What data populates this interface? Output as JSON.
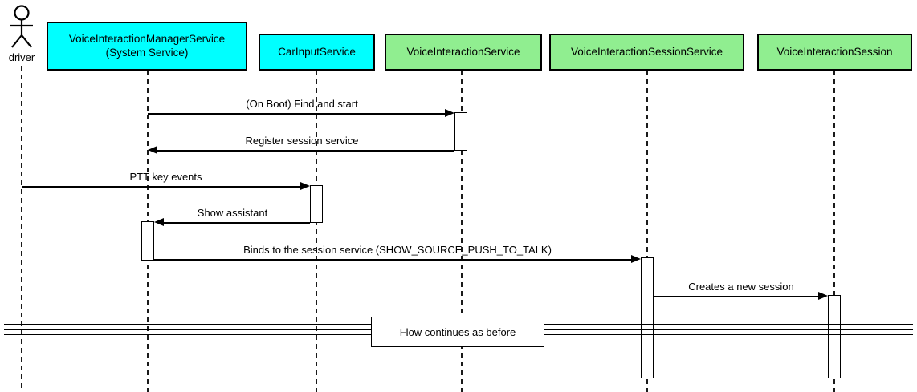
{
  "actor": {
    "label": "driver"
  },
  "participants": [
    {
      "label": "VoiceInteractionManagerService\n(System Service)",
      "color": "#00FFFF"
    },
    {
      "label": "CarInputService",
      "color": "#00FFFF"
    },
    {
      "label": "VoiceInteractionService",
      "color": "#90EE90"
    },
    {
      "label": "VoiceInteractionSessionService",
      "color": "#90EE90"
    },
    {
      "label": "VoiceInteractionSession",
      "color": "#90EE90"
    }
  ],
  "messages": [
    {
      "label": "(On Boot) Find and start",
      "from": "VoiceInteractionManagerService (System Service)",
      "to": "VoiceInteractionService",
      "direction": "right"
    },
    {
      "label": "Register session service",
      "from": "VoiceInteractionService",
      "to": "VoiceInteractionManagerService (System Service)",
      "direction": "left"
    },
    {
      "label": "PTT key events",
      "from": "driver",
      "to": "CarInputService",
      "direction": "right"
    },
    {
      "label": "Show assistant",
      "from": "CarInputService",
      "to": "VoiceInteractionManagerService (System Service)",
      "direction": "left"
    },
    {
      "label": "Binds to the session service (SHOW_SOURCE_PUSH_TO_TALK)",
      "from": "VoiceInteractionManagerService (System Service)",
      "to": "VoiceInteractionSessionService",
      "direction": "right"
    },
    {
      "label": "Creates a new session",
      "from": "VoiceInteractionSessionService",
      "to": "VoiceInteractionSession",
      "direction": "right"
    }
  ],
  "divider": {
    "label": "Flow continues as before"
  },
  "colors": {
    "participant_cyan": "#00FFFF",
    "participant_green": "#90EE90",
    "line": "#000000",
    "background": "#FFFFFF"
  }
}
